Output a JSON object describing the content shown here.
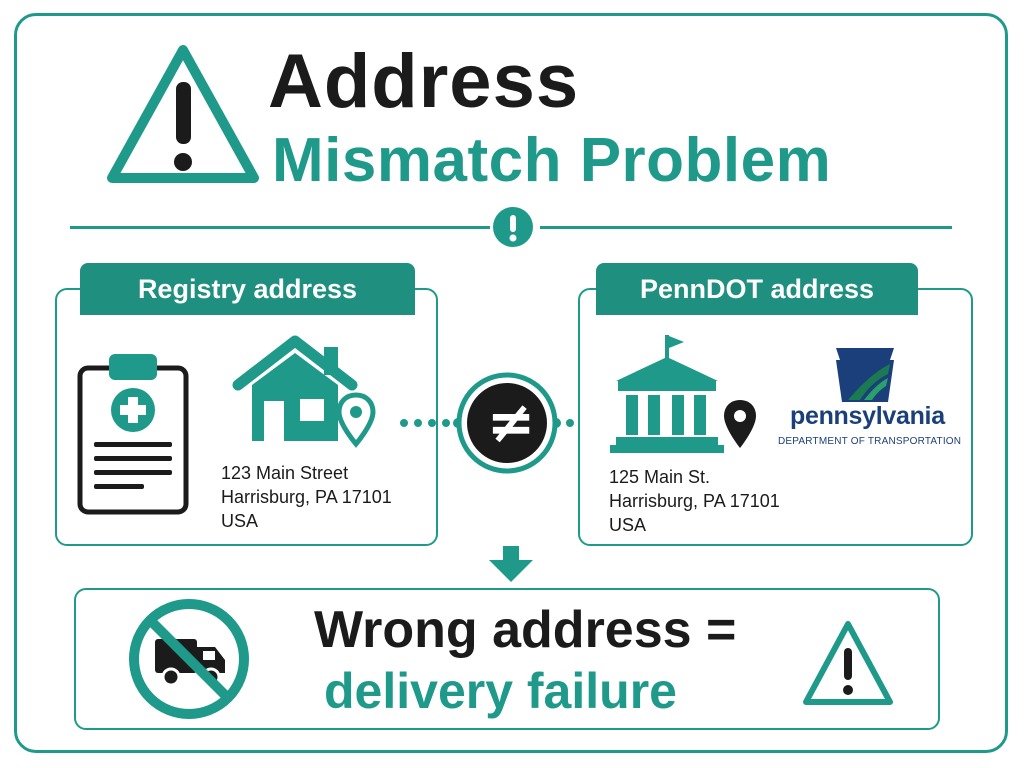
{
  "colors": {
    "accent": "#1f9a8a",
    "accent_dark": "#1f8f7f",
    "text": "#1b1b1b",
    "penndot_blue": "#1b3f7a",
    "penndot_green": "#1a7a52"
  },
  "title": {
    "line1": "Address",
    "line2": "Mismatch Problem"
  },
  "registry": {
    "label": "Registry address",
    "address_line1": "123 Main Street",
    "address_line2": "Harrisburg, PA 17101",
    "address_line3": "USA",
    "icons": [
      "clipboard-medical-icon",
      "house-icon",
      "location-pin-icon"
    ]
  },
  "comparison": {
    "symbol": "≠"
  },
  "penndot": {
    "label": "PennDOT address",
    "address_line1": "125 Main St.",
    "address_line2": "Harrisburg, PA 17101",
    "address_line3": "USA",
    "logo_word": "pennsylvania",
    "logo_subtitle": "DEPARTMENT OF TRANSPORTATION",
    "icons": [
      "government-building-icon",
      "location-pin-icon",
      "keystone-logo"
    ]
  },
  "result": {
    "line1": "Wrong address =",
    "line2": "delivery failure",
    "icons": [
      "no-delivery-truck-icon",
      "warning-triangle-icon"
    ]
  }
}
